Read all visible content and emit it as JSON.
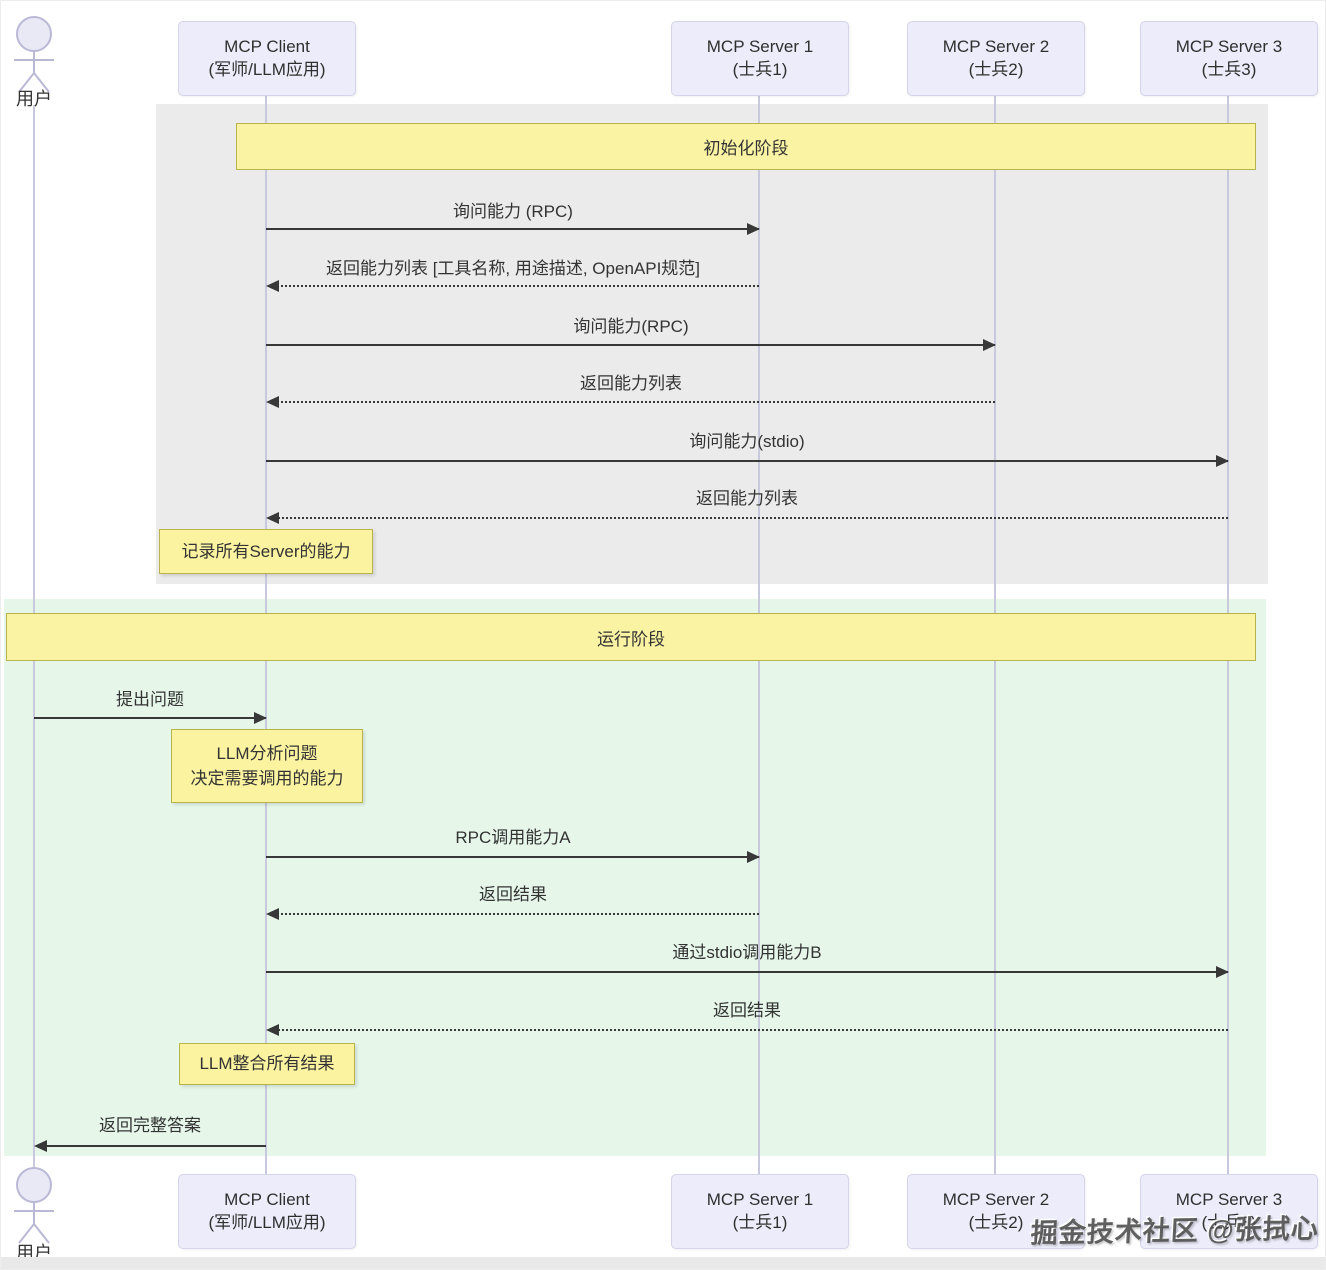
{
  "participants": [
    {
      "id": "user",
      "name": "用户",
      "type": "actor"
    },
    {
      "id": "client",
      "name": "MCP Client",
      "sub": "(军师/LLM应用)"
    },
    {
      "id": "server1",
      "name": "MCP Server 1",
      "sub": "(士兵1)"
    },
    {
      "id": "server2",
      "name": "MCP Server 2",
      "sub": "(士兵2)"
    },
    {
      "id": "server3",
      "name": "MCP Server 3",
      "sub": "(士兵3)"
    }
  ],
  "phases": [
    {
      "label": "初始化阶段"
    },
    {
      "label": "运行阶段"
    }
  ],
  "messages": [
    {
      "label": "询问能力 (RPC)",
      "from": "client",
      "to": "server1",
      "style": "solid"
    },
    {
      "label": "返回能力列表 [工具名称, 用途描述, OpenAPI规范]",
      "from": "server1",
      "to": "client",
      "style": "dotted"
    },
    {
      "label": "询问能力(RPC)",
      "from": "client",
      "to": "server2",
      "style": "solid"
    },
    {
      "label": "返回能力列表",
      "from": "server2",
      "to": "client",
      "style": "dotted"
    },
    {
      "label": "询问能力(stdio)",
      "from": "client",
      "to": "server3",
      "style": "solid"
    },
    {
      "label": "返回能力列表",
      "from": "server3",
      "to": "client",
      "style": "dotted"
    },
    {
      "label": "提出问题",
      "from": "user",
      "to": "client",
      "style": "solid"
    },
    {
      "label": "RPC调用能力A",
      "from": "client",
      "to": "server1",
      "style": "solid"
    },
    {
      "label": "返回结果",
      "from": "server1",
      "to": "client",
      "style": "dotted"
    },
    {
      "label": "通过stdio调用能力B",
      "from": "client",
      "to": "server3",
      "style": "solid"
    },
    {
      "label": "返回结果",
      "from": "server3",
      "to": "client",
      "style": "dotted"
    },
    {
      "label": "返回完整答案",
      "from": "client",
      "to": "user",
      "style": "solid"
    }
  ],
  "notes": [
    {
      "text": "记录所有Server的能力"
    },
    {
      "line1": "LLM分析问题",
      "line2": "决定需要调用的能力"
    },
    {
      "text": "LLM整合所有结果"
    }
  ],
  "watermark": "掘金技术社区 @张拭心",
  "colors": {
    "phase_init_bg": "#ebebeb",
    "phase_run_bg": "#e6f7ea",
    "banner_fill": "#faf3a3",
    "banner_border": "#b9b34c",
    "note_fill": "#fbf3a0",
    "participant_fill": "#ececfa",
    "participant_border": "#d4d4ea",
    "lifeline": "#c9c9de",
    "arrow": "#383838",
    "text": "#333333"
  }
}
